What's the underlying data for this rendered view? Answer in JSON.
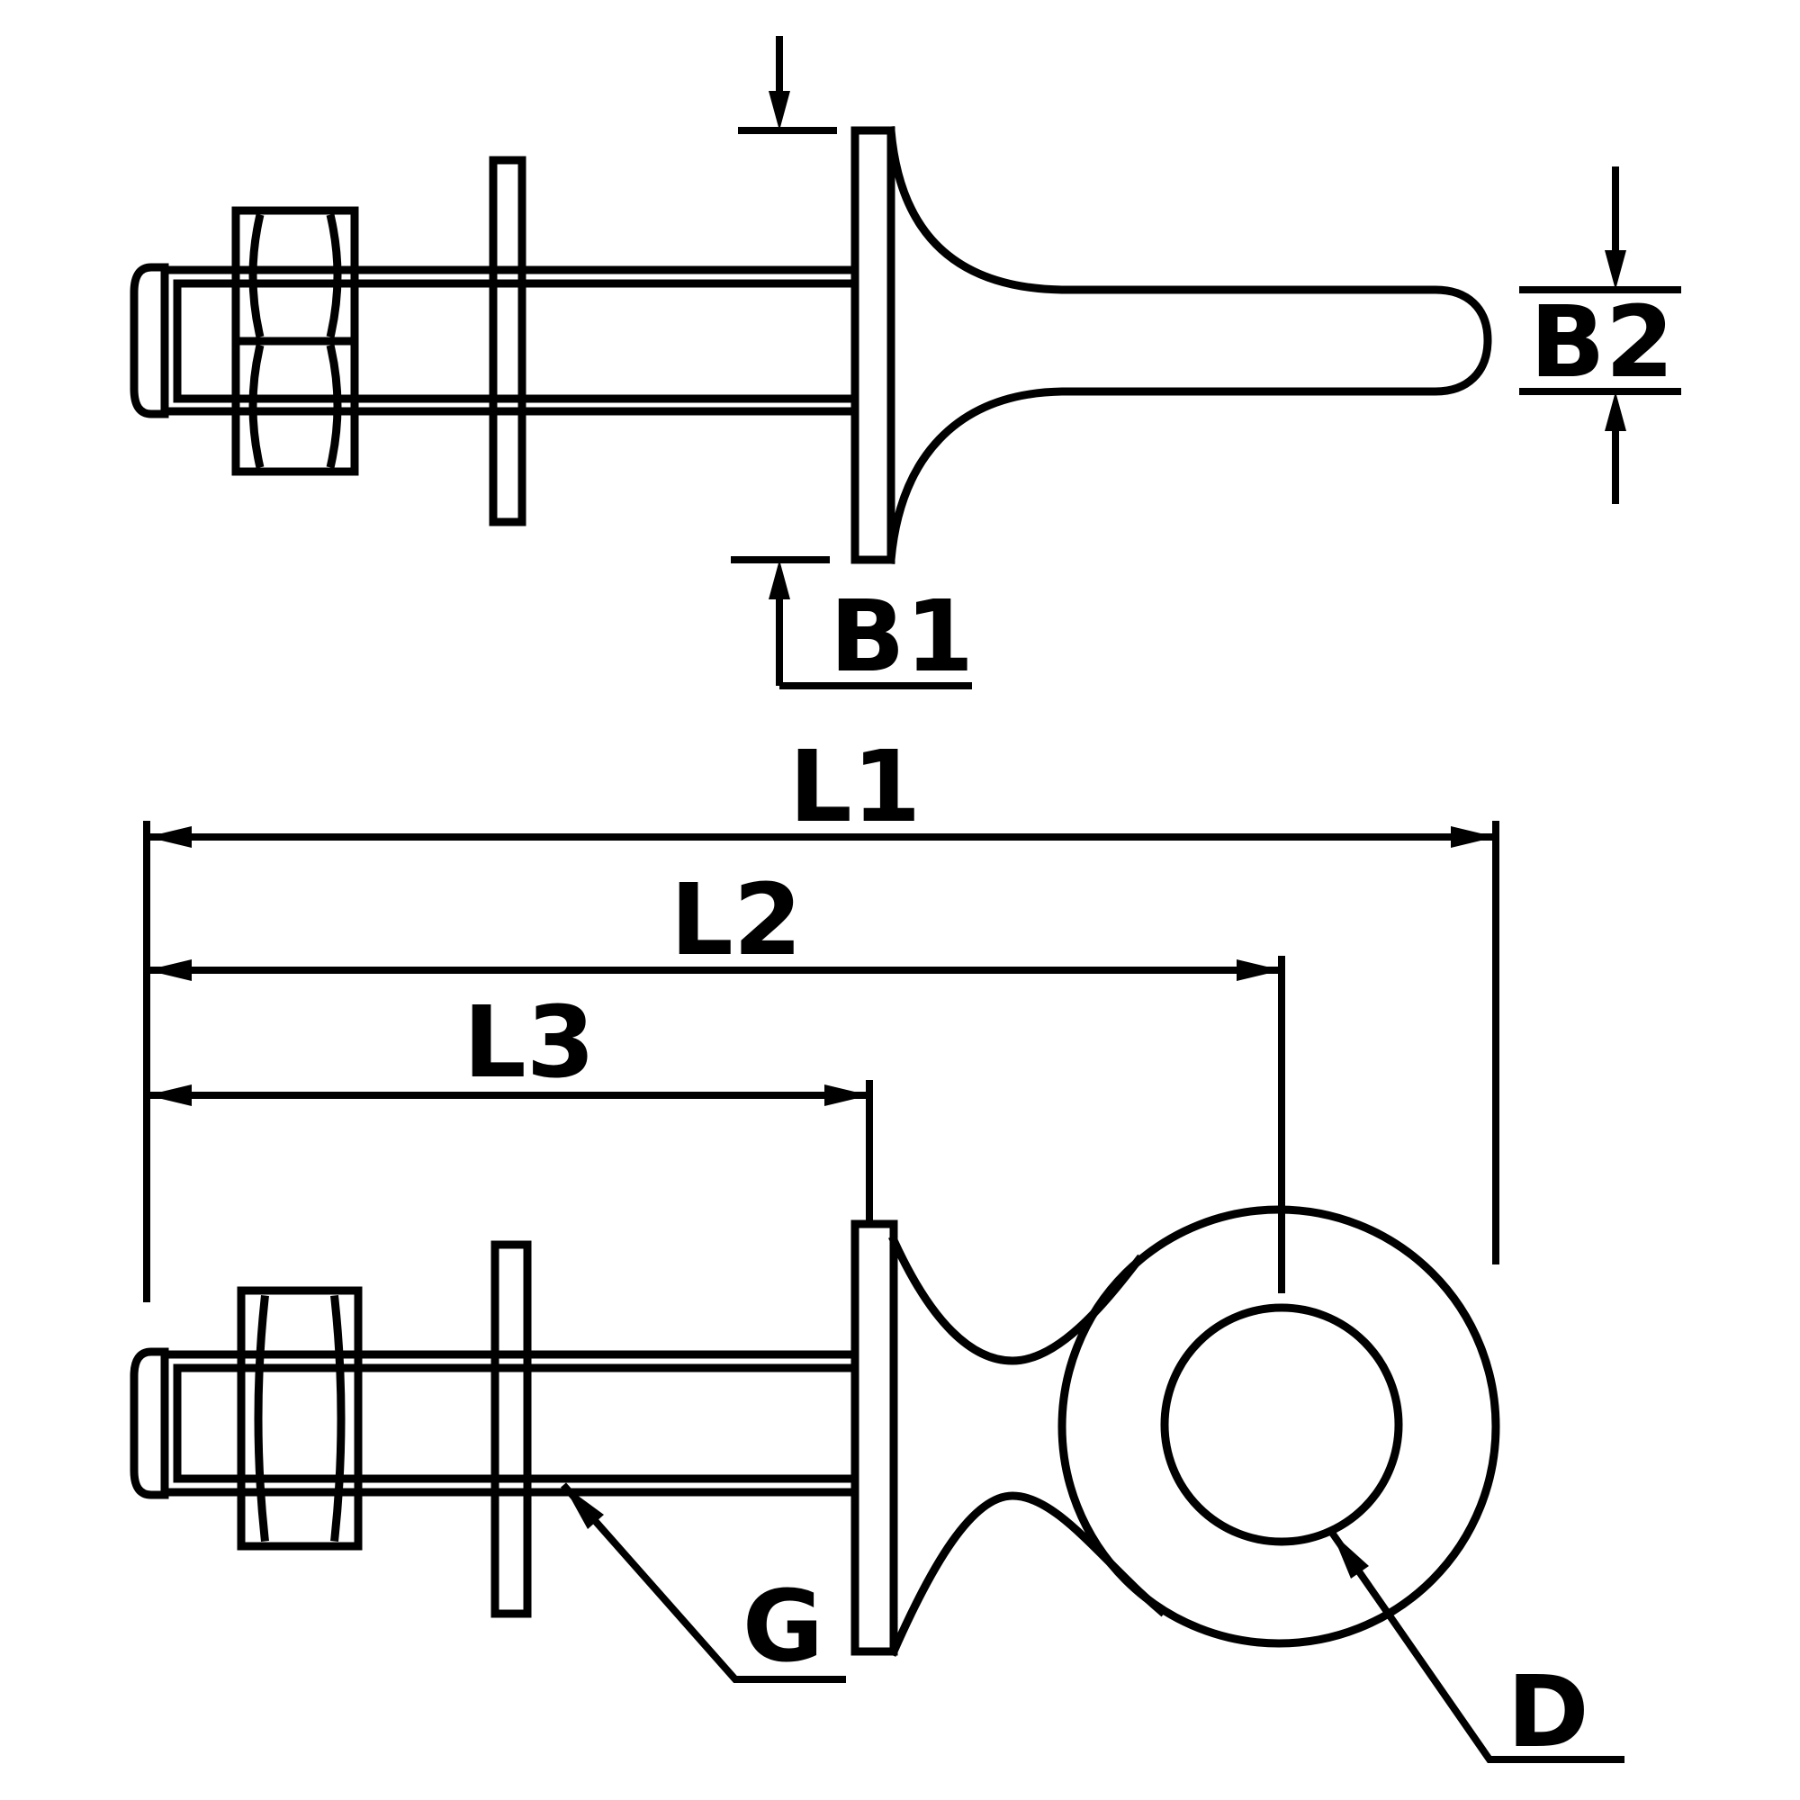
{
  "drawing": {
    "background_color": "#ffffff",
    "line_color": "#000000",
    "labels": {
      "b1": "B1",
      "b2": "B2",
      "l1": "L1",
      "l2": "L2",
      "l3": "L3",
      "g": "G",
      "d": "D"
    }
  }
}
